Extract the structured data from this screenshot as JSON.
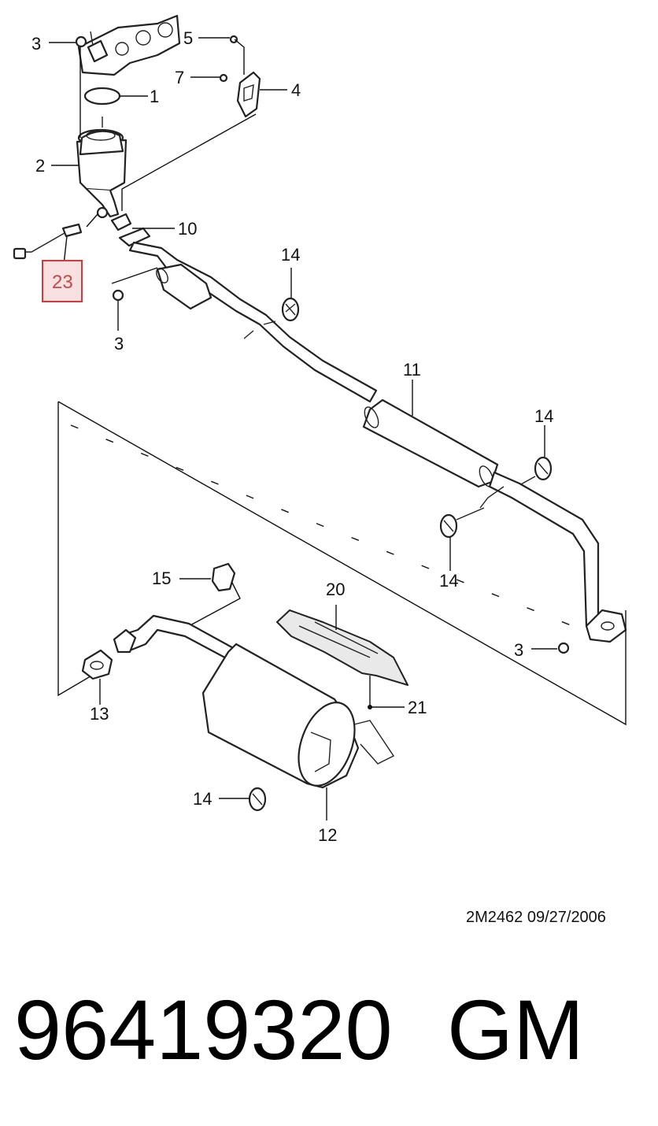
{
  "callouts": {
    "c1": "1",
    "c2": "2",
    "c3a": "3",
    "c3b": "3",
    "c3c": "3",
    "c4": "4",
    "c5": "5",
    "c7": "7",
    "c10": "10",
    "c11": "11",
    "c12": "12",
    "c13": "13",
    "c14a": "14",
    "c14b": "14",
    "c14c": "14",
    "c14d": "14",
    "c15": "15",
    "c20": "20",
    "c21": "21",
    "c23": "23"
  },
  "highlight_color": "#d43a3a",
  "diagram_ref": "2M2462  09/27/2006",
  "part_number": "96419320",
  "brand": "GM"
}
